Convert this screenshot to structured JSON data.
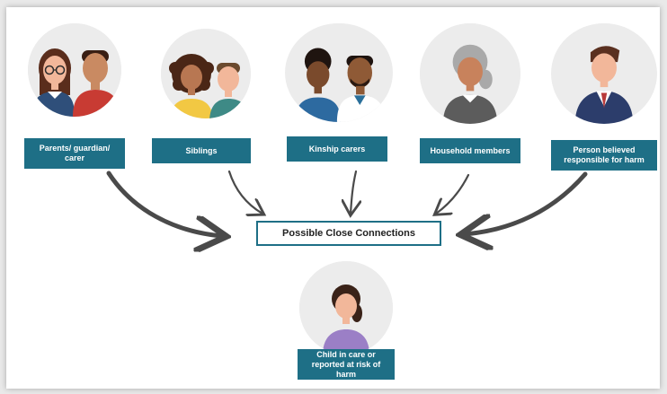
{
  "colors": {
    "label_bg": "#1e6f86",
    "circle_bg": "#ececec",
    "arrow": "#4a4a4a"
  },
  "sources": [
    {
      "label": "Parents/ guardian/\ncarer",
      "icon": "parents-guardian-carer-illustration"
    },
    {
      "label": "Siblings",
      "icon": "siblings-illustration"
    },
    {
      "label": "Kinship carers",
      "icon": "kinship-carers-illustration"
    },
    {
      "label": "Household members",
      "icon": "household-member-illustration"
    },
    {
      "label": "Person believed\nresponsible for harm",
      "icon": "person-responsible-illustration"
    }
  ],
  "center": {
    "label": "Possible Close Connections"
  },
  "child": {
    "label": "Child in care or\nreported at risk of harm",
    "icon": "child-illustration"
  }
}
